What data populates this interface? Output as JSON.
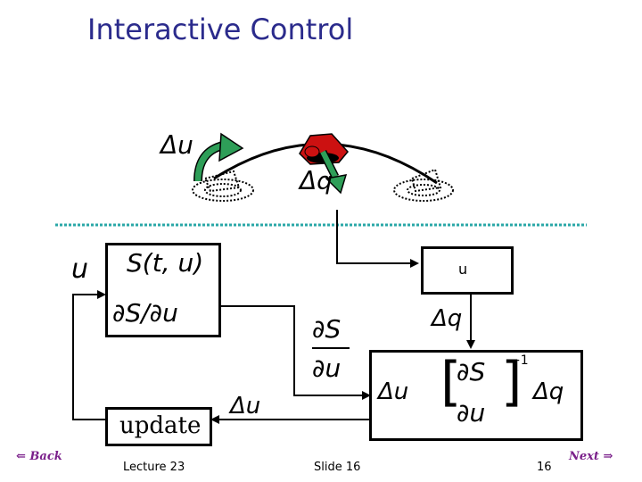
{
  "slide": {
    "title": "Interactive Control",
    "footer_left": "Lecture 23",
    "footer_center": "Slide 16",
    "footer_right": "16",
    "nav_back": "Back",
    "nav_next": "Next"
  },
  "scene": {
    "delta_u": "Δu",
    "delta_q": "Δq"
  },
  "diagram": {
    "u_label": "u",
    "state_top": "S(t, u)",
    "state_bottom": "∂S/∂u",
    "u_box_label": "u",
    "dq_label": "Δq",
    "partial_s": "∂S",
    "partial_u": "∂u",
    "du_label": "Δu",
    "update_label": "update",
    "eq_left": "Δu",
    "eq_partial_s": "∂S",
    "eq_partial_u": "∂u",
    "eq_power": "−1",
    "eq_right": "Δq"
  },
  "colors": {
    "title": "#2b2b8c",
    "dotted_line": "#2aa7a7",
    "arrow_green": "#2e9e58",
    "hat_red": "#cc1111",
    "nav": "#7a1f8a"
  }
}
